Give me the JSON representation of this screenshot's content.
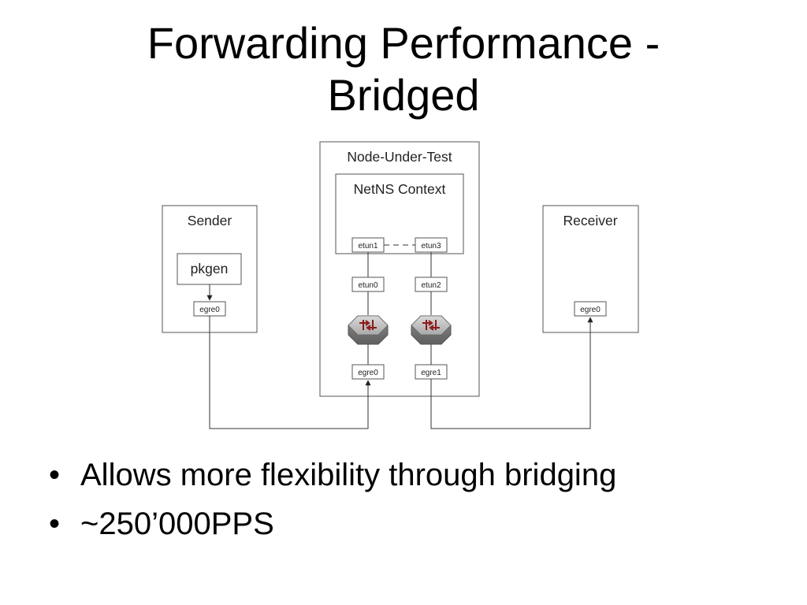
{
  "slide": {
    "title_line1": "Forwarding Performance -",
    "title_line2": "Bridged",
    "bullets": [
      "Allows more flexibility through bridging",
      "~250’000PPS"
    ],
    "bullet_glyph": "•"
  },
  "diagram": {
    "sender": {
      "label": "Sender",
      "app": "pkgen",
      "iface": "egre0"
    },
    "receiver": {
      "label": "Receiver",
      "iface": "egre0"
    },
    "node": {
      "label": "Node-Under-Test",
      "netns_label": "NetNS Context",
      "etun1": "etun1",
      "etun3": "etun3",
      "etun0": "etun0",
      "etun2": "etun2",
      "egre0": "egre0",
      "egre1": "egre1",
      "bridge_icon": "switch-icon"
    },
    "colors": {
      "switch_arrows": "#8b1a1a",
      "switch_body": "#9a9a9a"
    }
  }
}
